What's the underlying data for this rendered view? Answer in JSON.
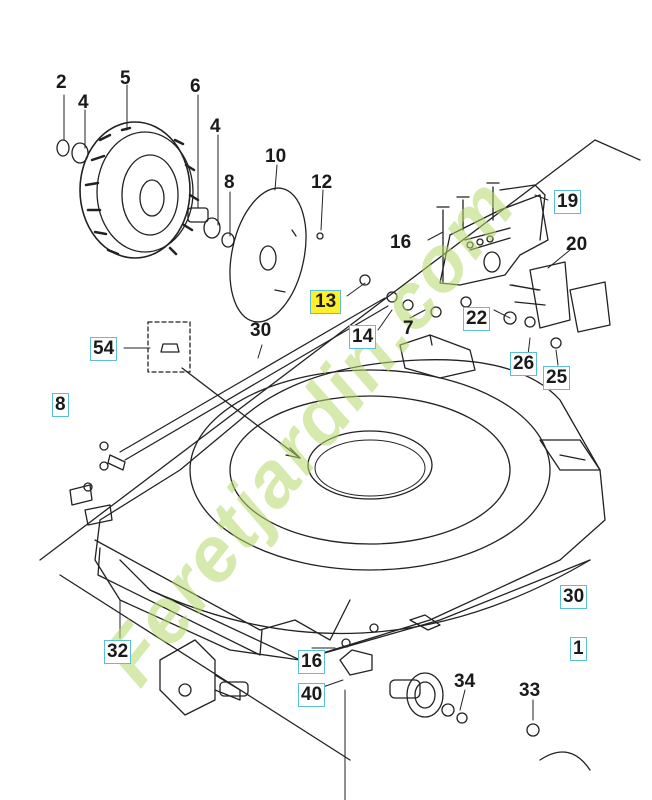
{
  "callouts": [
    {
      "id": "c2",
      "text": "2",
      "style": "plain"
    },
    {
      "id": "c4a",
      "text": "4",
      "style": "plain"
    },
    {
      "id": "c5",
      "text": "5",
      "style": "plain"
    },
    {
      "id": "c6",
      "text": "6",
      "style": "plain"
    },
    {
      "id": "c4b",
      "text": "4",
      "style": "plain"
    },
    {
      "id": "c8a",
      "text": "8",
      "style": "plain"
    },
    {
      "id": "c10",
      "text": "10",
      "style": "plain"
    },
    {
      "id": "c12",
      "text": "12",
      "style": "plain"
    },
    {
      "id": "c19",
      "text": "19",
      "style": "boxed"
    },
    {
      "id": "c16a",
      "text": "16",
      "style": "plain"
    },
    {
      "id": "c20",
      "text": "20",
      "style": "plain"
    },
    {
      "id": "c13",
      "text": "13",
      "style": "highlight"
    },
    {
      "id": "c14",
      "text": "14",
      "style": "boxed"
    },
    {
      "id": "c7",
      "text": "7",
      "style": "plain"
    },
    {
      "id": "c22",
      "text": "22",
      "style": "boxed"
    },
    {
      "id": "c54",
      "text": "54",
      "style": "boxed"
    },
    {
      "id": "c30a",
      "text": "30",
      "style": "plain"
    },
    {
      "id": "c26",
      "text": "26",
      "style": "boxed"
    },
    {
      "id": "c25",
      "text": "25",
      "style": "boxed"
    },
    {
      "id": "c8b",
      "text": "8",
      "style": "boxed"
    },
    {
      "id": "c30b",
      "text": "30",
      "style": "boxed"
    },
    {
      "id": "c32",
      "text": "32",
      "style": "boxed"
    },
    {
      "id": "c1",
      "text": "1",
      "style": "boxed"
    },
    {
      "id": "c16b",
      "text": "16",
      "style": "boxed"
    },
    {
      "id": "c40",
      "text": "40",
      "style": "boxed"
    },
    {
      "id": "c34",
      "text": "34",
      "style": "plain"
    },
    {
      "id": "c33",
      "text": "33",
      "style": "plain"
    }
  ],
  "watermark": {
    "text": "Feretjardin.com",
    "colors": [
      "#f2a53a",
      "#b6d86a"
    ]
  }
}
